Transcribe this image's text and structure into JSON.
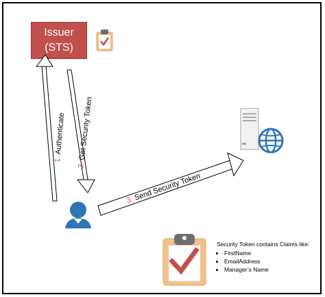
{
  "issuer": {
    "line1": "Issuer",
    "line2": "(STS)"
  },
  "arrows": {
    "authenticate": {
      "number": "1.",
      "label": " Authenticate"
    },
    "get_token": {
      "number": "2.",
      "label": " Get Security Token"
    },
    "send_token": {
      "number": "3.",
      "label": " Send Security Token"
    }
  },
  "claims": {
    "title": "Security Token contains Claims like:",
    "items": [
      "FirstName",
      "EmailAddress",
      "Manager’s Name"
    ]
  },
  "colors": {
    "issuer_fill": "#c0504d",
    "number_red": "#c0504d",
    "user_blue": "#2e75b6",
    "clipboard_orange": "#f2c18d"
  },
  "icons": [
    "clipboard-check-icon",
    "user-icon",
    "server-icon",
    "globe-icon"
  ]
}
